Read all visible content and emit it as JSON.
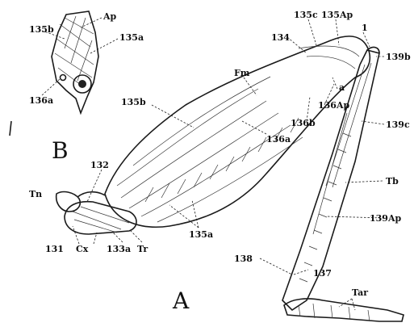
{
  "figure": {
    "panel_a": "A",
    "panel_b": "B"
  },
  "labels": {
    "ap_b": "Ap",
    "l135b_b": "135b",
    "l135a_b": "135a",
    "l136a_b": "136a",
    "l135c": "135c",
    "l135ap": "135Ap",
    "l1": "1",
    "l134": "134",
    "l139b": "139b",
    "fm": "Fm",
    "a": "a",
    "l136ap": "136Ap",
    "l136b": "136b",
    "l139c": "139c",
    "l135b": "135b",
    "l136a": "136a",
    "l132": "132",
    "tb": "Tb",
    "tn": "Tn",
    "l139ap": "139Ap",
    "l135a": "135a",
    "l131": "131",
    "cx": "Cx",
    "l133a": "133a",
    "tr": "Tr",
    "l138": "138",
    "l137": "137",
    "tar": "Tar"
  }
}
